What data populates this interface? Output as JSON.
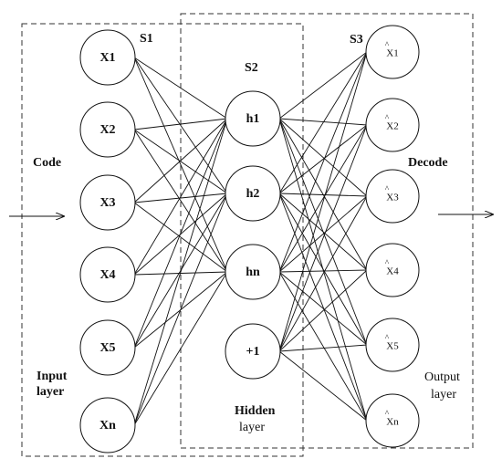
{
  "labels": {
    "s1": "S1",
    "s2": "S2",
    "s3": "S3",
    "code": "Code",
    "decode": "Decode",
    "input_line1": "Input",
    "input_line2": "layer",
    "hidden_line1": "Hidden",
    "hidden_line2": "layer",
    "output_line1": "Output",
    "output_line2": "layer"
  },
  "input_nodes": [
    "X1",
    "X2",
    "X3",
    "X4",
    "X5",
    "Xn"
  ],
  "hidden_nodes": [
    "h1",
    "h2",
    "hn"
  ],
  "bias_node": "+1",
  "output_nodes": [
    "X1",
    "X2",
    "X3",
    "X4",
    "X5",
    "Xn"
  ],
  "output_hat_symbol": "^"
}
